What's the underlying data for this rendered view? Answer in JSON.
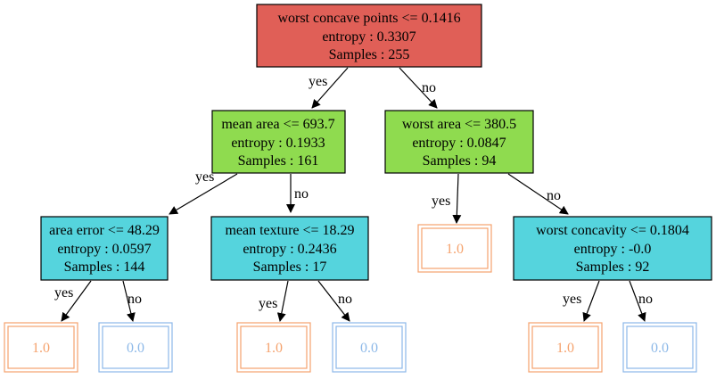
{
  "colors": {
    "root_fill": "#e05f57",
    "internal_fill": "#8fdb4f",
    "deep_fill": "#55d4dd",
    "stroke": "#000000",
    "leaf_one": "#f5a26d",
    "leaf_zero": "#8cb8e8"
  },
  "nodes": {
    "root": {
      "lines": [
        "worst concave points <= 0.1416",
        "entropy : 0.3307",
        "Samples : 255"
      ]
    },
    "n_l": {
      "lines": [
        "mean area <= 693.7",
        "entropy : 0.1933",
        "Samples : 161"
      ]
    },
    "n_r": {
      "lines": [
        "worst area <= 380.5",
        "entropy : 0.0847",
        "Samples : 94"
      ]
    },
    "n_ll": {
      "lines": [
        "area error <= 48.29",
        "entropy : 0.0597",
        "Samples : 144"
      ]
    },
    "n_lr": {
      "lines": [
        "mean texture <= 18.29",
        "entropy : 0.2436",
        "Samples : 17"
      ]
    },
    "n_rr": {
      "lines": [
        "worst concavity <= 0.1804",
        "entropy : -0.0",
        "Samples : 92"
      ]
    }
  },
  "leaves": {
    "leaf_rl": {
      "label": "1.0"
    },
    "leaf_lll": {
      "label": "1.0"
    },
    "leaf_llr": {
      "label": "0.0"
    },
    "leaf_lrl": {
      "label": "1.0"
    },
    "leaf_lrr": {
      "label": "0.0"
    },
    "leaf_rrl": {
      "label": "1.0"
    },
    "leaf_rrr": {
      "label": "0.0"
    }
  },
  "edges": {
    "root_l": "yes",
    "root_r": "no",
    "nl_l": "yes",
    "nl_r": "no",
    "nr_l": "yes",
    "nr_r": "no",
    "nll_l": "yes",
    "nll_r": "no",
    "nlr_l": "yes",
    "nlr_r": "no",
    "nrr_l": "yes",
    "nrr_r": "no"
  }
}
